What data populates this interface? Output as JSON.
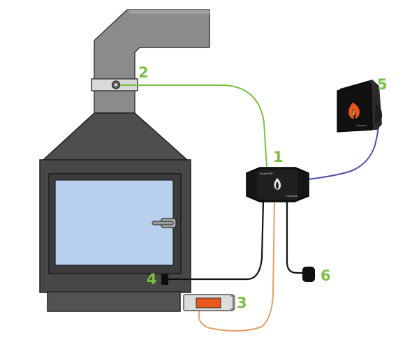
{
  "callouts": {
    "controller": "1",
    "flue_sensor": "2",
    "air_actuator": "3",
    "door_sensor": "4",
    "control_panel": "5",
    "power_plug": "6"
  },
  "controller_text": {
    "top": "SmartFIRE",
    "bottom": "Fireplace"
  },
  "panel_text": "Fireplace",
  "colors": {
    "callout": "#7cbf43",
    "flue_cable": "#7cbf43",
    "actuator_cable": "#e3a066",
    "panel_cable": "#4c4ea6",
    "black_cable": "#111111",
    "stove_body": "#454545",
    "glass": "#b8d0ee",
    "flame": "#e8571c"
  }
}
